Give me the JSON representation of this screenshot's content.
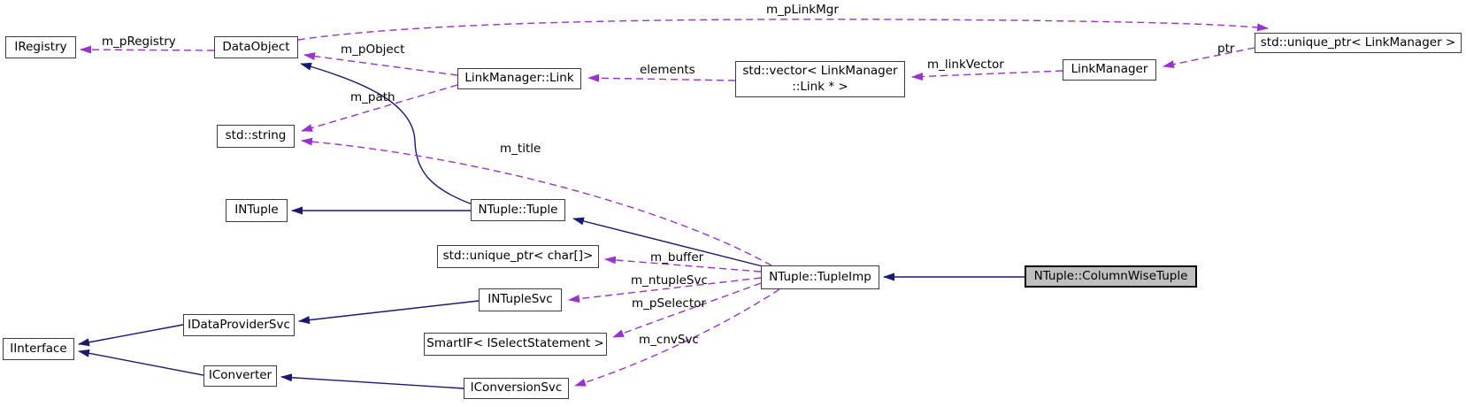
{
  "diagram": {
    "type": "doxygen-collaboration-graph",
    "focus_class": "NTuple::ColumnWiseTuple",
    "colors": {
      "inheritance_edge": "#191970",
      "usage_edge": "#9a32cd",
      "node_fill": "#ffffff",
      "node_border": "#3d3d3d",
      "focus_node_fill": "#bfbfbf",
      "text": "#000000",
      "background": "#ffffff"
    },
    "nodes": {
      "iregistry": "IRegistry",
      "dataobject": "DataObject",
      "linkmanager_link": "LinkManager::Link",
      "vector_links": "std::vector< LinkManager\n::Link * >",
      "linkmanager": "LinkManager",
      "unique_ptr_linkmanager": "std::unique_ptr< LinkManager >",
      "std_string": "std::string",
      "intuple": "INTuple",
      "ntuple_tuple": "NTuple::Tuple",
      "unique_ptr_char": "std::unique_ptr< char[]>",
      "intuplesvc": "INTupleSvc",
      "smartif_iselectstatement": "SmartIF< ISelectStatement >",
      "iconversionsvc": "IConversionSvc",
      "ntuple_tupleimp": "NTuple::TupleImp",
      "ntuple_columnwisetuple": "NTuple::ColumnWiseTuple",
      "iinterface": "IInterface",
      "idataprovidersvc": "IDataProviderSvc",
      "iconverter": "IConverter"
    },
    "edge_labels": {
      "m_pRegistry": "m_pRegistry",
      "m_pObject": "m_pObject",
      "m_pLinkMgr": "m_pLinkMgr",
      "elements": "elements",
      "m_linkVector": "m_linkVector",
      "ptr": "ptr",
      "m_path": "m_path",
      "m_title": "m_title",
      "m_buffer": "m_buffer",
      "m_ntupleSvc": "m_ntupleSvc",
      "m_pSelector": "m_pSelector",
      "m_cnvSvc": "m_cnvSvc"
    }
  }
}
